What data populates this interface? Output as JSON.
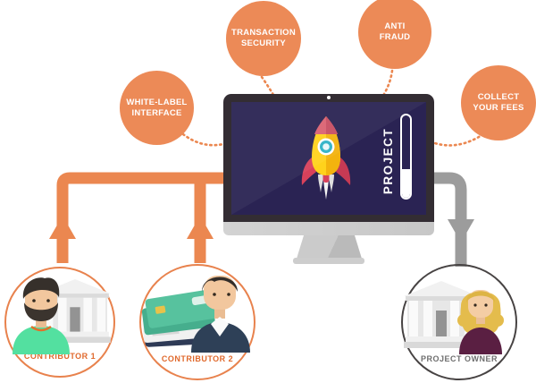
{
  "diagram": {
    "features": [
      {
        "id": "white-label-interface",
        "line1": "WHITE-LABEL",
        "line2": "INTERFACE"
      },
      {
        "id": "transaction-security",
        "line1": "TRANSACTION",
        "line2": "SECURITY"
      },
      {
        "id": "anti-fraud",
        "line1": "ANTI",
        "line2": "FRAUD"
      },
      {
        "id": "collect-your-fees",
        "line1": "COLLECT",
        "line2": "YOUR FEES"
      }
    ],
    "monitor": {
      "screen_label": "PROJECT",
      "progress_percent": 35,
      "progress_fill_style": "height:35%"
    },
    "entities": [
      {
        "id": "contributor-1",
        "label": "CONTRIBUTOR 1"
      },
      {
        "id": "contributor-2",
        "label": "CONTRIBUTOR 2"
      },
      {
        "id": "project-owner",
        "label": "PROJECT OWNER"
      }
    ],
    "colors": {
      "bubble_orange": "#EC8A57",
      "flow_orange": "#EB8750",
      "contributor_label_orange": "#E0692C",
      "flow_gray": "#9C9C9C",
      "owner_ring_gray": "#474343",
      "owner_label_gray": "#6E6E6E",
      "screen_navy": "#2A2353",
      "bezel_charcoal": "#332D33",
      "stand_gray": "#CCCCCC"
    }
  }
}
